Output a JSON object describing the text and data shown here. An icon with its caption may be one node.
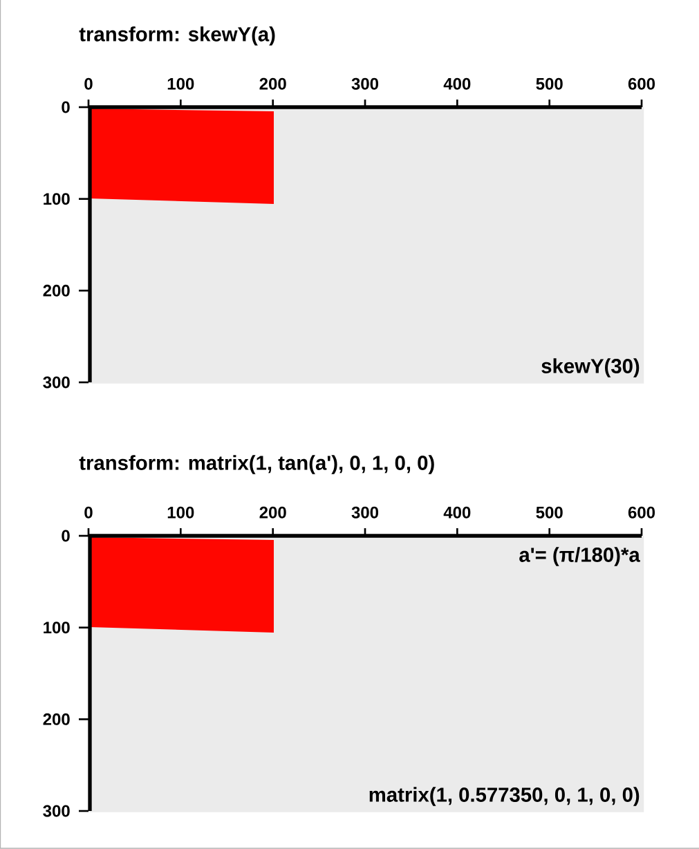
{
  "diagram": {
    "nodes": [
      {
        "text": [
          "skewY(30)"
        ]
      },
      {
        "text": [],
        "shape": "box",
        "in": 0
      },
      {
        "text": [
          "a'= (π/180)*a",
          "matrix(1, 0.577350, 0, 1, 0, 0)"
        ]
      },
      {
        "text": [],
        "shape": "box",
        "in": 2
      }
    ],
    "labels": [
      "transform: skewY(a)",
      "0",
      "100",
      "200",
      "300",
      "400",
      "500",
      "600",
      "0",
      "100",
      "200",
      "300",
      "transform: matrix(1, tan(a'), 0, 1, 0, 0)",
      "0",
      "100",
      "200",
      "300",
      "400",
      "500",
      "600",
      "0",
      "100",
      "200",
      "300"
    ]
  }
}
